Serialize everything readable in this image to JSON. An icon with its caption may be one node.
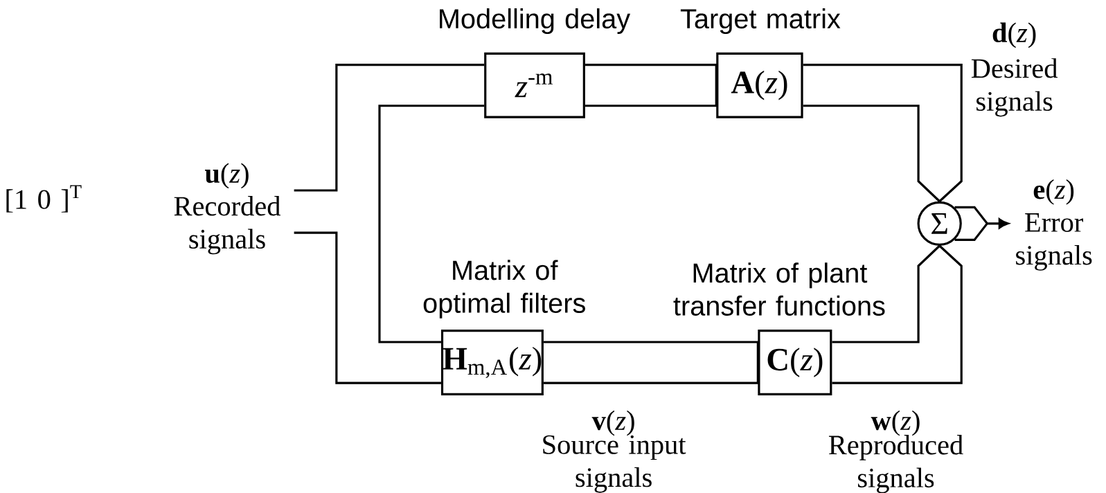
{
  "diagram": {
    "nodes": [
      {
        "text": [
          "**u**(*z*)",
          "Recorded signals"
        ]
      },
      {
        "text": [
          "*z*$^{-m}$"
        ],
        "beside": [
          "Modelling delay"
        ]
      },
      {
        "text": [
          "**A**(*z*)"
        ],
        "beside": [
          "Target matrix"
        ]
      },
      {
        "text": [
          "Σ"
        ]
      },
      {
        "text": [
          "**H**$_{m,A}$(*z*)"
        ],
        "beside": [
          "Matrix of optimal filters"
        ]
      },
      {
        "text": [
          "**C**(*z*)"
        ],
        "beside": [
          "Matrix of plant transfer functions"
        ]
      },
      {
        "text": [
          "**e**(*z*)",
          "Error signals"
        ]
      }
    ],
    "edges": [
      {
        "from": 0,
        "to": 1,
        "arrow": "none"
      },
      {
        "from": 0,
        "to": 4,
        "arrow": "none"
      },
      {
        "from": 1,
        "to": 2,
        "arrow": "none"
      },
      {
        "from": 4,
        "to": 5,
        "arrow": "none"
      },
      {
        "from": 2,
        "to": 3,
        "arrow": "none"
      },
      {
        "from": 5,
        "to": 3,
        "arrow": "none"
      },
      {
        "from": 3,
        "to": 6,
        "arrow": "to"
      }
    ],
    "labels": [
      "[1 0 ]$^{T}$",
      "**d**(*z*)",
      "Desired signals",
      "**v**(*z*)",
      "Source input signals",
      "**w**(*z*)",
      "Reproduced signals"
    ]
  }
}
